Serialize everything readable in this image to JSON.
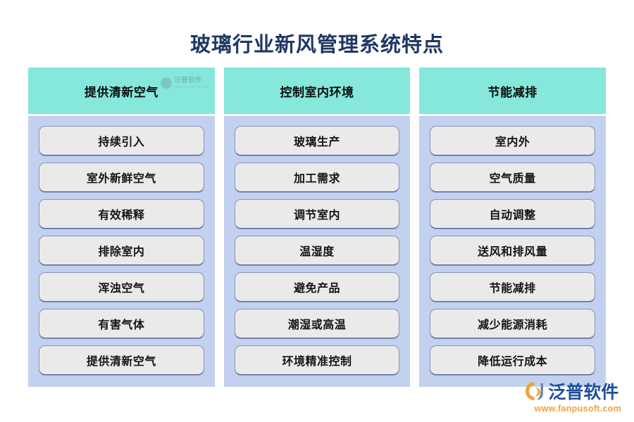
{
  "page": {
    "title": "玻璃行业新风管理系统特点",
    "background_color": "#ffffff",
    "title_color": "#1f3864"
  },
  "theme": {
    "header_color": "#85e8db",
    "panel_color": "#c3d1f0",
    "item_color": "#eaeaea",
    "item_border_color": "#8794b5",
    "brand_blue": "#1f4e9c",
    "brand_orange": "#f0a23c"
  },
  "columns": [
    {
      "header": "提供清新空气",
      "has_watermark": true,
      "watermark": {
        "cn": "泛普软件",
        "en": "FANPU SOFTWARE",
        "mark_icon": "fanpu-logo-icon"
      },
      "items": [
        "持续引入",
        "室外新鲜空气",
        "有效稀释",
        "排除室内",
        "浑浊空气",
        "有害气体",
        "提供清新空气"
      ]
    },
    {
      "header": "控制室内环境",
      "has_watermark": false,
      "items": [
        "玻璃生产",
        "加工需求",
        "调节室内",
        "温湿度",
        "避免产品",
        "潮湿或高温",
        "环境精准控制"
      ]
    },
    {
      "header": "节能减排",
      "has_watermark": false,
      "items": [
        "室内外",
        "空气质量",
        "自动调整",
        "送风和排风量",
        "节能减排",
        "减少能源消耗",
        "降低运行成本"
      ]
    }
  ],
  "brand": {
    "name": "泛普软件",
    "url": "www.fanpusoft.com",
    "mark_icon": "fanpu-logo-icon"
  }
}
